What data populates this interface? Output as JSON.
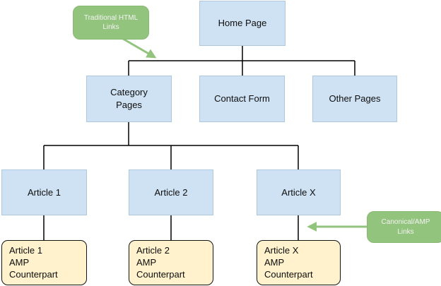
{
  "nodes": {
    "home_page": {
      "label": "Home Page"
    },
    "category_pages": {
      "label": "Category Pages"
    },
    "contact_form": {
      "label": "Contact Form"
    },
    "other_pages": {
      "label": "Other Pages"
    },
    "article_1": {
      "label": "Article 1"
    },
    "article_2": {
      "label": "Article 2"
    },
    "article_x": {
      "label": "Article X"
    }
  },
  "amp_nodes": {
    "amp_1": {
      "lines": [
        "Article 1",
        "AMP",
        "Counterpart"
      ]
    },
    "amp_2": {
      "lines": [
        "Article 2",
        "AMP",
        "Counterpart"
      ]
    },
    "amp_x": {
      "lines": [
        "Article X",
        "AMP",
        "Counterpart"
      ]
    }
  },
  "annotations": {
    "traditional": {
      "label": "Traditional HTML Links"
    },
    "canonical": {
      "label": "Canonical/AMP Links"
    }
  },
  "colors": {
    "page_box_fill": "#cfe2f3",
    "amp_box_fill": "#fff2cc",
    "amp_box_border": "#141414",
    "annotation_fill": "#93c47d",
    "annotation_text": "#f3f3f3",
    "connector_line": "#000000",
    "arrow_green": "#93c47d",
    "node_text": "#0d0d0d",
    "background": "#ffffff"
  }
}
